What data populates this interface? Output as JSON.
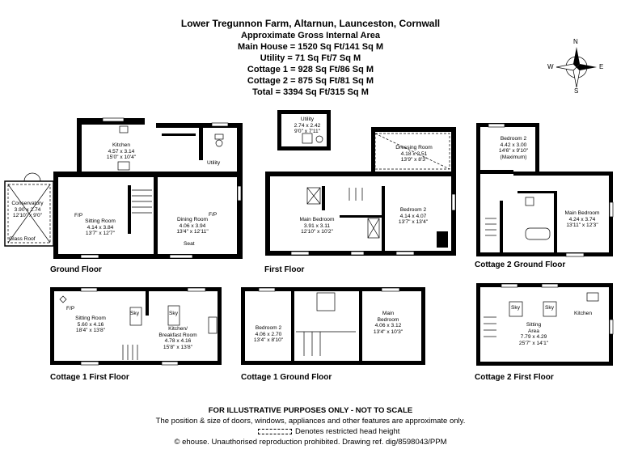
{
  "header": {
    "title": "Lower Tregunnon Farm, Altarnun, Launceston, Cornwall",
    "area_title": "Approximate Gross Internal Area",
    "main_house": "Main House = 1520 Sq Ft/141 Sq M",
    "utility": "Utility = 71 Sq Ft/7 Sq M",
    "cottage1": "Cottage 1 = 928 Sq Ft/86 Sq M",
    "cottage2": "Cottage 2 = 875 Sq Ft/81 Sq M",
    "total": "Total = 3394 Sq Ft/315 Sq M"
  },
  "compass": {
    "n": "N",
    "s": "S",
    "e": "E",
    "w": "W"
  },
  "floors": {
    "ground": "Ground Floor",
    "first": "First Floor",
    "c2_ground": "Cottage 2 Ground Floor",
    "c1_first": "Cottage 1 First Floor",
    "c1_ground": "Cottage 1 Ground Floor",
    "c2_first": "Cottage 2 First Floor"
  },
  "rooms": {
    "kitchen": {
      "name": "Kitchen",
      "metric": "4.57 x 3.14",
      "imperial": "15'0\" x 10'4\""
    },
    "conservatory": {
      "name": "Conservatory",
      "metric": "3.90 x 2.74",
      "imperial": "12'10\" x 9'0\""
    },
    "glass_roof": "Glass Roof",
    "sitting": {
      "name": "Sitting Room",
      "metric": "4.14 x 3.84",
      "imperial": "13'7\" x 12'7\""
    },
    "dining": {
      "name": "Dining Room",
      "metric": "4.06 x 3.94",
      "imperial": "13'4\" x 12'11\""
    },
    "seat": "Seat",
    "utility_small": "Utility",
    "fp": "F/P",
    "utility_bld": {
      "name": "Utility",
      "metric": "2.74 x 2.42",
      "imperial": "9'0\" x 7'11\""
    },
    "dressing": {
      "name": "Dressing Room",
      "metric": "4.18 x 2.51",
      "imperial": "13'9\" x 8'3\""
    },
    "main_bed": {
      "name": "Main Bedroom",
      "metric": "3.91 x 3.11",
      "imperial": "12'10\" x 10'2\""
    },
    "bed2": {
      "name": "Bedroom 2",
      "metric": "4.14 x 4.07",
      "imperial": "13'7\" x 13'4\""
    },
    "c2_bed2": {
      "name": "Bedroom 2",
      "metric": "4.42 x 3.00",
      "imperial": "14'6\" x 9'10\"",
      "note": "(Maximum)"
    },
    "c2_main": {
      "name": "Main Bedroom",
      "metric": "4.24 x 3.74",
      "imperial": "13'11\" x 12'3\""
    },
    "c1_sitting": {
      "name": "Sitting Room",
      "metric": "5.60 x 4.16",
      "imperial": "18'4\" x 13'8\""
    },
    "c1_kitchen": {
      "name": "Kitchen/",
      "name2": "Breakfast Room",
      "metric": "4.78 x 4.16",
      "imperial": "15'8\" x 13'8\""
    },
    "sky": "Sky",
    "c1_bed2": {
      "name": "Bedroom 2",
      "metric": "4.06 x 2.70",
      "imperial": "13'4\" x 8'10\""
    },
    "c1_main": {
      "name": "Main",
      "name2": "Bedroom",
      "metric": "4.06 x 3.12",
      "imperial": "13'4\" x 10'3\""
    },
    "c2_sitting": {
      "name": "Sitting",
      "name2": "Area",
      "metric": "7.79 x 4.29",
      "imperial": "25'7\" x 14'1\""
    },
    "c2_kitchen": "Kitchen"
  },
  "footer": {
    "disclaimer": "FOR ILLUSTRATIVE PURPOSES ONLY - NOT TO SCALE",
    "note": "The position & size of doors, windows, appliances and other features are approximate only.",
    "legend": "Denotes restricted head height",
    "copyright": "© ehouse. Unauthorised reproduction prohibited. Drawing ref. dig/8598043/PPM"
  }
}
